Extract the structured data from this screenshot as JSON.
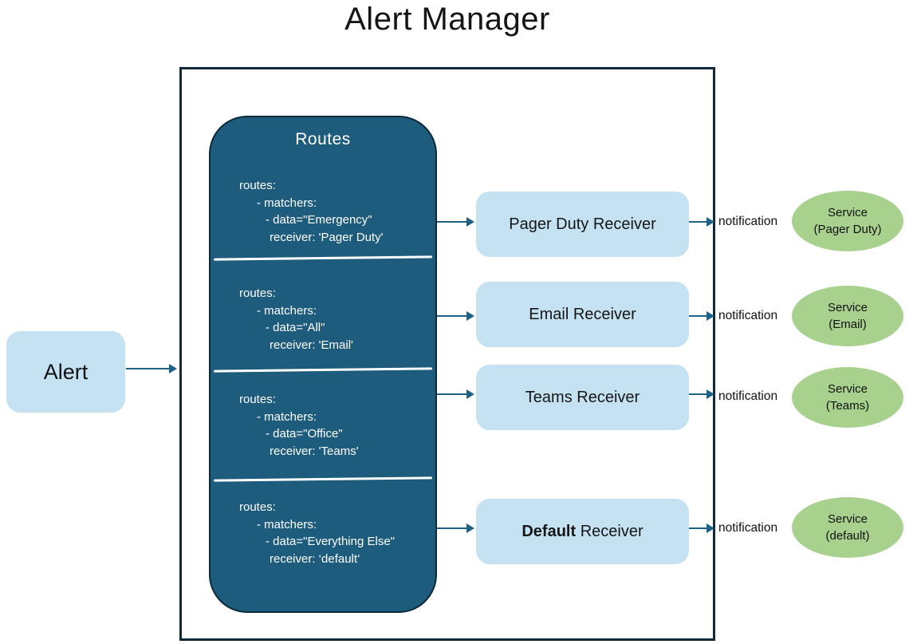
{
  "title": "Alert Manager",
  "alert_box": {
    "label": "Alert"
  },
  "routes_panel": {
    "title": "Routes",
    "blocks": [
      {
        "lines": [
          "routes:",
          "- matchers:",
          "- data=\"Emergency\"",
          "receiver: 'Pager Duty'"
        ]
      },
      {
        "lines": [
          "routes:",
          "- matchers:",
          "- data=\"All\"",
          "receiver: 'Email'"
        ]
      },
      {
        "lines": [
          "routes:",
          "- matchers:",
          "- data=\"Office\"",
          "receiver: 'Teams'"
        ]
      },
      {
        "lines": [
          "routes:",
          "- matchers:",
          "- data=\"Everything Else\"",
          "receiver: ‘default’"
        ]
      }
    ]
  },
  "rows": [
    {
      "receiver_bold": "",
      "receiver_label": "Pager Duty Receiver",
      "notification_label": "notification",
      "service_line1": "Service",
      "service_line2": "(Pager Duty)"
    },
    {
      "receiver_bold": "",
      "receiver_label": "Email Receiver",
      "notification_label": "notification",
      "service_line1": "Service",
      "service_line2": "(Email)"
    },
    {
      "receiver_bold": "",
      "receiver_label": "Teams Receiver",
      "notification_label": "notification",
      "service_line1": "Service",
      "service_line2": "(Teams)"
    },
    {
      "receiver_bold": "Default",
      "receiver_label": " Receiver",
      "notification_label": "notification",
      "service_line1": "Service",
      "service_line2": "(default)"
    }
  ],
  "colors": {
    "panel_dark": "#1e5c7e",
    "panel_border": "#0b2b3b",
    "node_light_blue": "#c4e2f2",
    "service_green": "#a9d18e",
    "arrow": "#1f6287",
    "frame_border": "#10293a"
  }
}
